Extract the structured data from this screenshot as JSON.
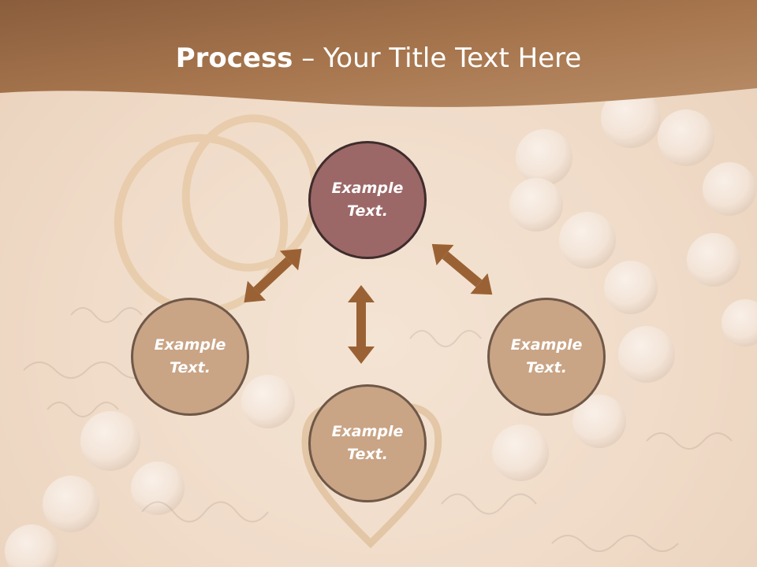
{
  "slide": {
    "title_bold": "Process",
    "title_rest": " – Your Title Text Here"
  },
  "nodes": {
    "top": "Example Text.",
    "left": "Example Text.",
    "right": "Example Text.",
    "bottom": "Example Text."
  },
  "colors": {
    "header_brown": "#a8774f",
    "top_circle": "#9c6767",
    "other_circles": "#c9a485",
    "arrow": "#9a6234"
  }
}
